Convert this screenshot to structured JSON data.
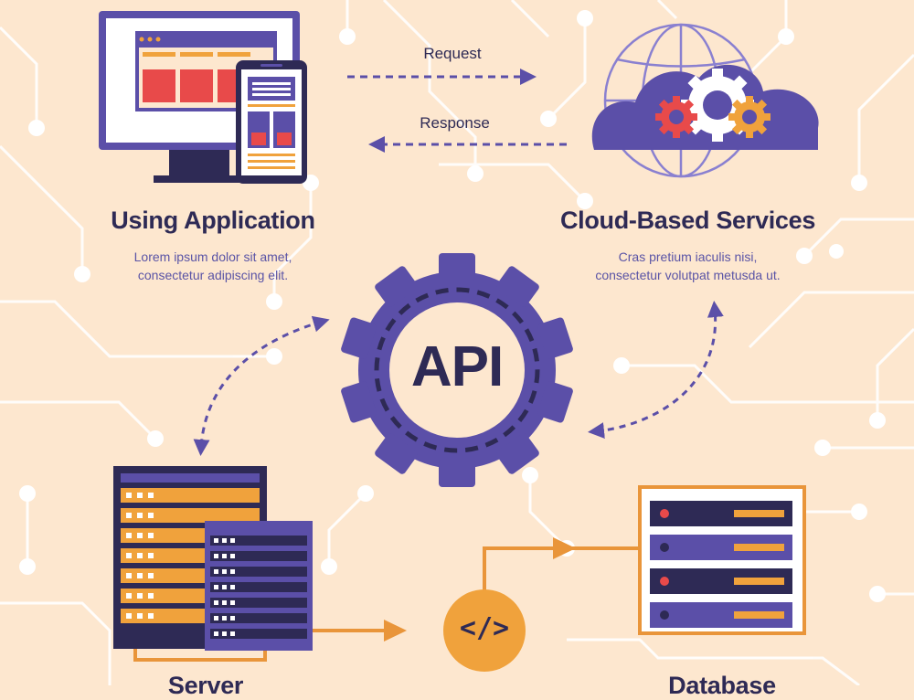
{
  "labels": {
    "request": "Request",
    "response": "Response",
    "api": "API",
    "code": "</>"
  },
  "using_application": {
    "title": "Using Application",
    "desc_line1": "Lorem ipsum dolor sit amet,",
    "desc_line2": "consectetur adipiscing elit."
  },
  "cloud_services": {
    "title": "Cloud-Based Services",
    "desc_line1": "Cras pretium iaculis nisi,",
    "desc_line2": "consectetur volutpat metusda ut."
  },
  "server": {
    "title": "Server"
  },
  "database": {
    "title": "Database"
  },
  "icons": [
    "monitor-icon",
    "smartphone-icon",
    "cloud-icon",
    "globe-icon",
    "gear-icon",
    "server-rack-icon",
    "code-icon",
    "database-icon"
  ],
  "colors": {
    "background": "#fde7cf",
    "circuit": "#ffffff",
    "primary": "#5b4fa8",
    "dark": "#2e2a55",
    "accent_orange": "#f0a23c",
    "accent_red": "#e84a4a"
  }
}
